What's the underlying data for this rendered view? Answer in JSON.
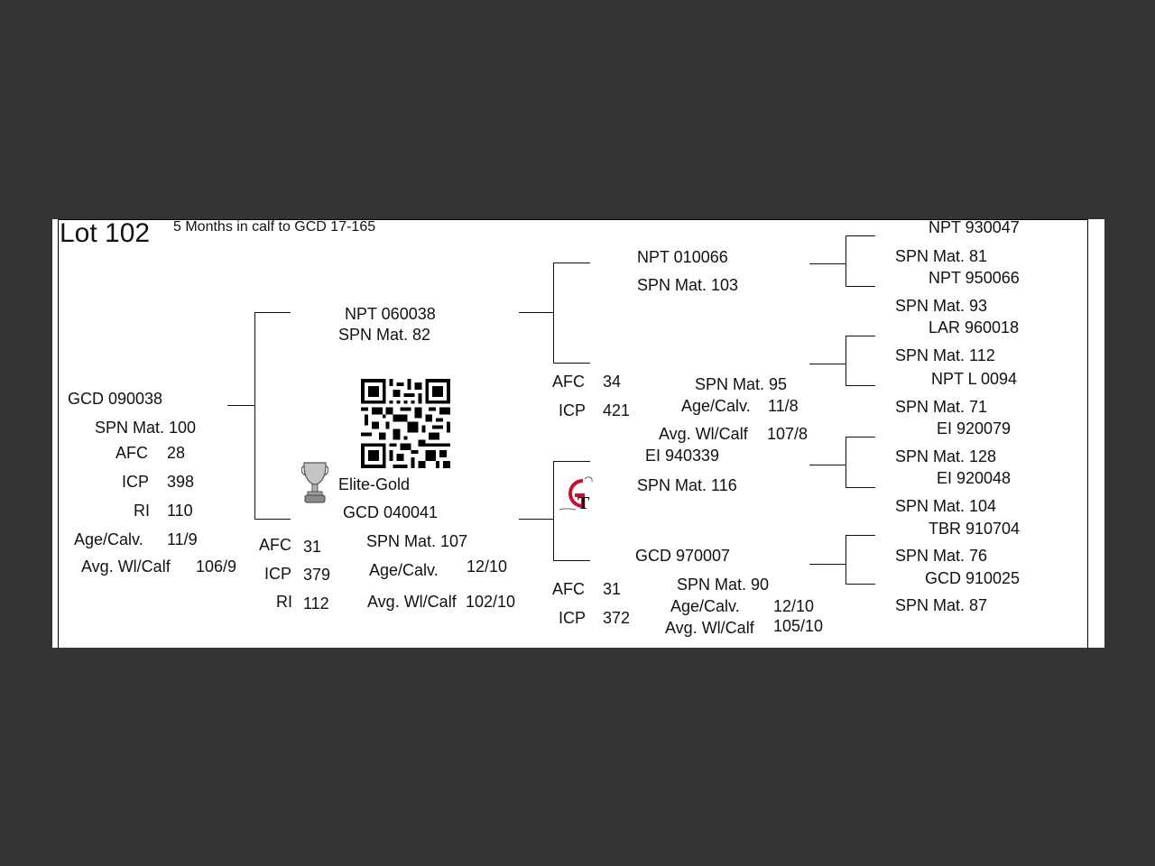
{
  "header": {
    "lot": "Lot 102",
    "note": "5 Months in calf to GCD 17-165"
  },
  "animal": {
    "id": "GCD 090038",
    "spn": "SPN Mat. 100",
    "stats": [
      {
        "label": "AFC",
        "value": "28"
      },
      {
        "label": "ICP",
        "value": "398"
      },
      {
        "label": "RI",
        "value": "110"
      },
      {
        "label": "Age/Calv.",
        "value": "11/9"
      },
      {
        "label": "Avg. Wl/Calf",
        "value": "106/9"
      }
    ]
  },
  "sire": {
    "id": "NPT 060038",
    "spn": "SPN Mat. 82"
  },
  "dam": {
    "award": "Elite-Gold",
    "id": "GCD 040041",
    "spn": "SPN Mat. 107",
    "stats": [
      {
        "label": "AFC",
        "value": "31"
      },
      {
        "label": "ICP",
        "value": "379"
      },
      {
        "label": "RI",
        "value": "112"
      }
    ],
    "age_label": "Age/Calv.",
    "age_value": "12/10",
    "wl_label": "Avg. Wl/Calf",
    "wl_value": "102/10"
  },
  "sire_sire": {
    "id": "NPT 010066",
    "spn": "SPN Mat. 103"
  },
  "sire_dam": {
    "spn": "SPN Mat. 95",
    "afc_label": "AFC",
    "afc_value": "34",
    "icp_label": "ICP",
    "icp_value": "421",
    "age_label": "Age/Calv.",
    "age_value": "11/8",
    "wl_label": "Avg. Wl/Calf",
    "wl_value": "107/8"
  },
  "dam_sire": {
    "id": "EI  940339",
    "spn": "SPN Mat. 116"
  },
  "dam_dam": {
    "id": "GCD 970007",
    "spn": "SPN Mat. 90",
    "afc_label": "AFC",
    "afc_value": "31",
    "icp_label": "ICP",
    "icp_value": "372",
    "age_label": "Age/Calv.",
    "age_value": "12/10",
    "wl_label": "Avg. Wl/Calf",
    "wl_value": "105/10"
  },
  "great_grandparents": [
    {
      "id": "NPT 930047",
      "spn": "SPN Mat. 81"
    },
    {
      "id": "NPT 950066",
      "spn": "SPN Mat. 93"
    },
    {
      "id": "LAR 960018",
      "spn": "SPN Mat. 112"
    },
    {
      "id": "NPT L 0094",
      "spn": "SPN Mat. 71"
    },
    {
      "id": "EI  920079",
      "spn": "SPN Mat. 128"
    },
    {
      "id": "EI  920048",
      "spn": "SPN Mat. 104"
    },
    {
      "id": "TBR 910704",
      "spn": "SPN Mat. 76"
    },
    {
      "id": "GCD 910025",
      "spn": "SPN Mat. 87"
    }
  ],
  "icons": {
    "qr": "qr-code-icon",
    "trophy": "trophy-icon",
    "logo": "gt-logo-icon"
  },
  "colors": {
    "background": "#333333",
    "page": "#ffffff",
    "text": "#111111",
    "logo_red": "#c8102e"
  }
}
